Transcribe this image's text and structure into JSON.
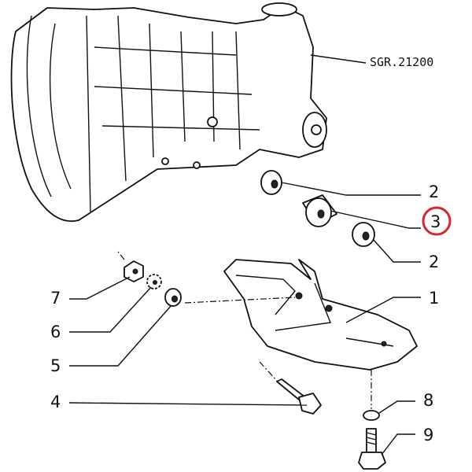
{
  "reference": "SGR.21200",
  "callouts": [
    {
      "number": "2"
    },
    {
      "number": "3",
      "highlighted": true
    },
    {
      "number": "2"
    },
    {
      "number": "1"
    },
    {
      "number": "7"
    },
    {
      "number": "6"
    },
    {
      "number": "5"
    },
    {
      "number": "4"
    },
    {
      "number": "8"
    },
    {
      "number": "9"
    }
  ],
  "colors": {
    "highlight": "#d9232d",
    "ink": "#111111"
  }
}
